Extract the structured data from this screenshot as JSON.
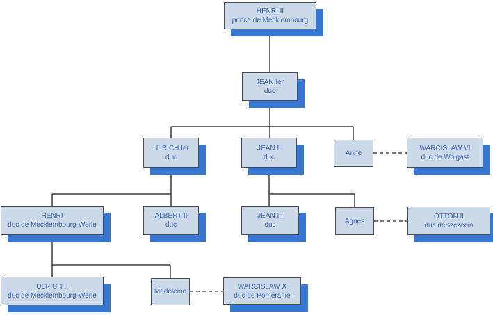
{
  "diagram_type": "family-tree",
  "colors": {
    "box_fill": "#ccd9e8",
    "box_border": "#4a4a4a",
    "box_shadow": "#3777d4",
    "text": "#4169b8",
    "line_solid": "#3a3a3a",
    "line_dashed": "#4a4a4a"
  },
  "nodes": [
    {
      "id": "henri-ii",
      "name": "HENRI II",
      "subtitle": "prince de Mecklembourg"
    },
    {
      "id": "jean-ier",
      "name": "JEAN Ier",
      "subtitle": "duc"
    },
    {
      "id": "ulrich-ier",
      "name": "ULRICH Ier",
      "subtitle": "duc"
    },
    {
      "id": "jean-ii",
      "name": "JEAN II",
      "subtitle": "duc"
    },
    {
      "id": "anne",
      "name": "Anne",
      "subtitle": ""
    },
    {
      "id": "warcislaw-vi",
      "name": "WARCISLAW VI",
      "subtitle": "duc de Wolgast"
    },
    {
      "id": "henri",
      "name": "HENRI",
      "subtitle": "duc de Mecklembourg-Werle"
    },
    {
      "id": "albert-ii",
      "name": "ALBERT II",
      "subtitle": "duc"
    },
    {
      "id": "jean-iii",
      "name": "JEAN III",
      "subtitle": "duc"
    },
    {
      "id": "agnes",
      "name": "Agnès",
      "subtitle": ""
    },
    {
      "id": "otton-ii",
      "name": "OTTON II",
      "subtitle": "duc deSzczecin"
    },
    {
      "id": "ulrich-ii",
      "name": "ULRICH II",
      "subtitle": "duc de Mecklembourg-Werle"
    },
    {
      "id": "madeleine",
      "name": "Madeleine",
      "subtitle": ""
    },
    {
      "id": "warcislaw-x",
      "name": "WARCISLAW X",
      "subtitle": "duc de Poméranie"
    }
  ],
  "edges": [
    {
      "from": "HENRI II",
      "to": "JEAN Ier"
    },
    {
      "from": "JEAN Ier",
      "to": "ULRICH Ier"
    },
    {
      "from": "JEAN Ier",
      "to": "JEAN II"
    },
    {
      "from": "JEAN Ier",
      "to": "Anne"
    },
    {
      "from": "ULRICH Ier",
      "to": "HENRI"
    },
    {
      "from": "ULRICH Ier",
      "to": "ALBERT II"
    },
    {
      "from": "JEAN II",
      "to": "JEAN III"
    },
    {
      "from": "JEAN II",
      "to": "Agnès"
    },
    {
      "from": "HENRI",
      "to": "ULRICH II"
    },
    {
      "from": "HENRI",
      "to": "Madeleine"
    }
  ],
  "marriages": [
    {
      "a": "Anne",
      "b": "WARCISLAW VI"
    },
    {
      "a": "Agnès",
      "b": "OTTON II"
    },
    {
      "a": "Madeleine",
      "b": "WARCISLAW X"
    }
  ]
}
